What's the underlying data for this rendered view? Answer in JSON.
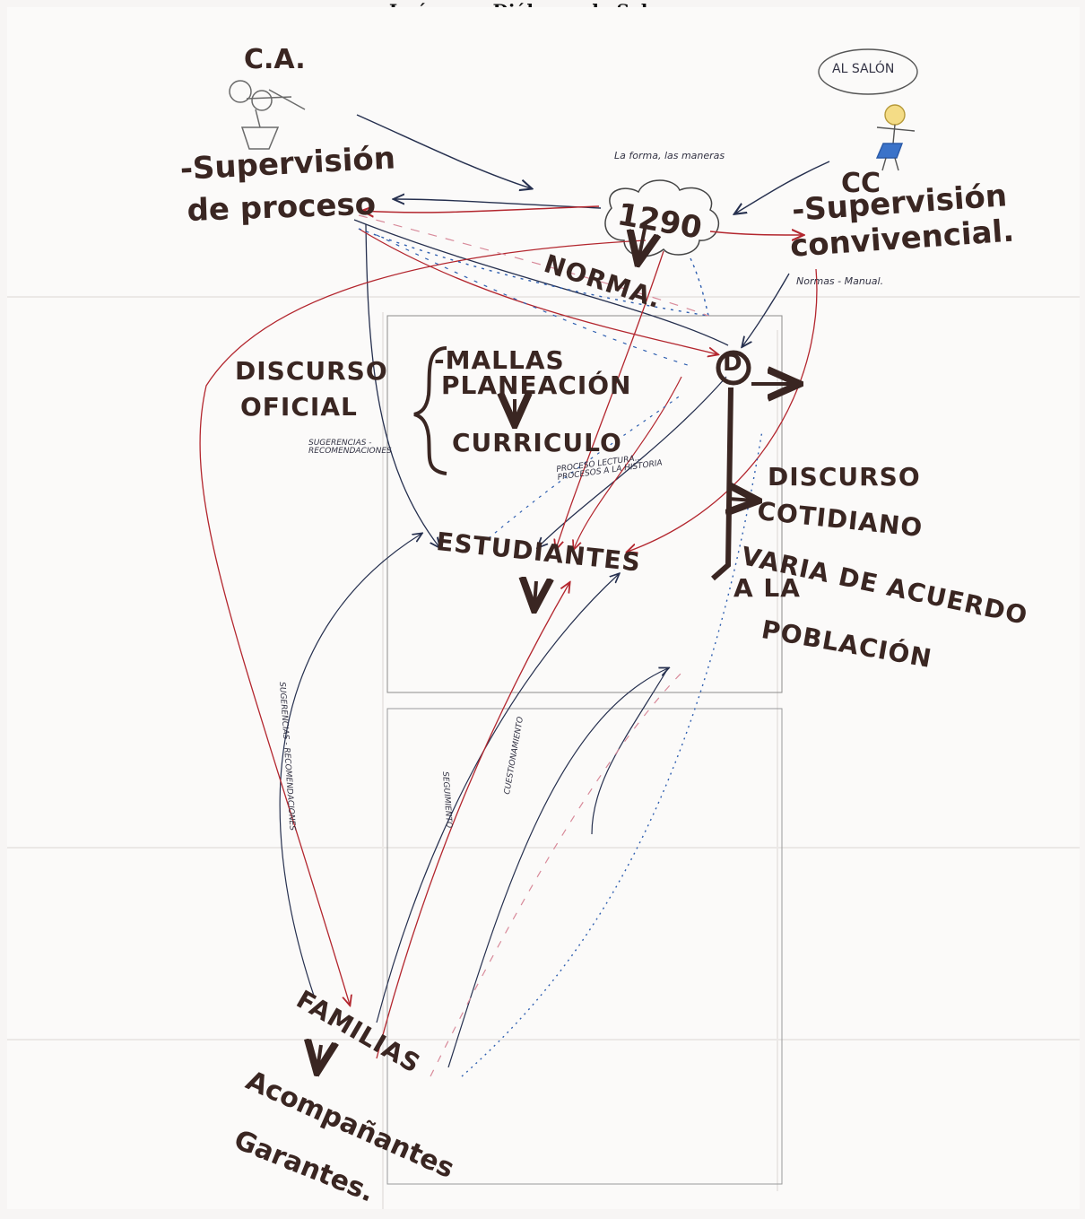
{
  "caption": "Imágenes Diálogos de Saberes",
  "labels": {
    "ca": "C.A.",
    "supervision_proceso_1": "-Supervisión",
    "supervision_proceso_2": "de proceso",
    "cc": "CC",
    "supervision_conv_1": "-Supervisión",
    "supervision_conv_2": "convivencial.",
    "al_salon": "AL SALÓN",
    "la_forma": "La forma, las maneras",
    "ley": "1290",
    "norma": "NORMA.",
    "normas_manual": "Normas - Manual.",
    "d": "D",
    "discurso_oficial_1": "DISCURSO",
    "discurso_oficial_2": "OFICIAL",
    "mallas": "-MALLAS",
    "planeacion": "PLANEACIÓN",
    "curriculo": "CURRICULO",
    "sugerencias_rec": "SUGERENCIAS - RECOMENDACIONES",
    "proceso_note": "PROCESO LECTURA... PROCESOS A LA HISTORIA",
    "discurso_cot_1": "DISCURSO",
    "discurso_cot_2": "COTIDIANO",
    "varia_1": "VARIA DE ACUERDO",
    "varia_2": "A LA",
    "varia_3": "POBLACIÓN",
    "estudiantes": "ESTUDIANTES",
    "sugerencias_side": "SUGERENCIAS - RECOMENDACIONES",
    "seguimiento": "SEGUIMIENTO",
    "cuestionamiento": "CUESTIONAMIENTO",
    "familias": "FAMILIAS",
    "acompanantes": "Acompañantes",
    "garantes": "Garantes."
  },
  "colors": {
    "ink_brown": "#3a2622",
    "red": "#b3262e",
    "navy": "#26304f",
    "blue": "#2f5fb0",
    "pink": "#d88a9a"
  }
}
